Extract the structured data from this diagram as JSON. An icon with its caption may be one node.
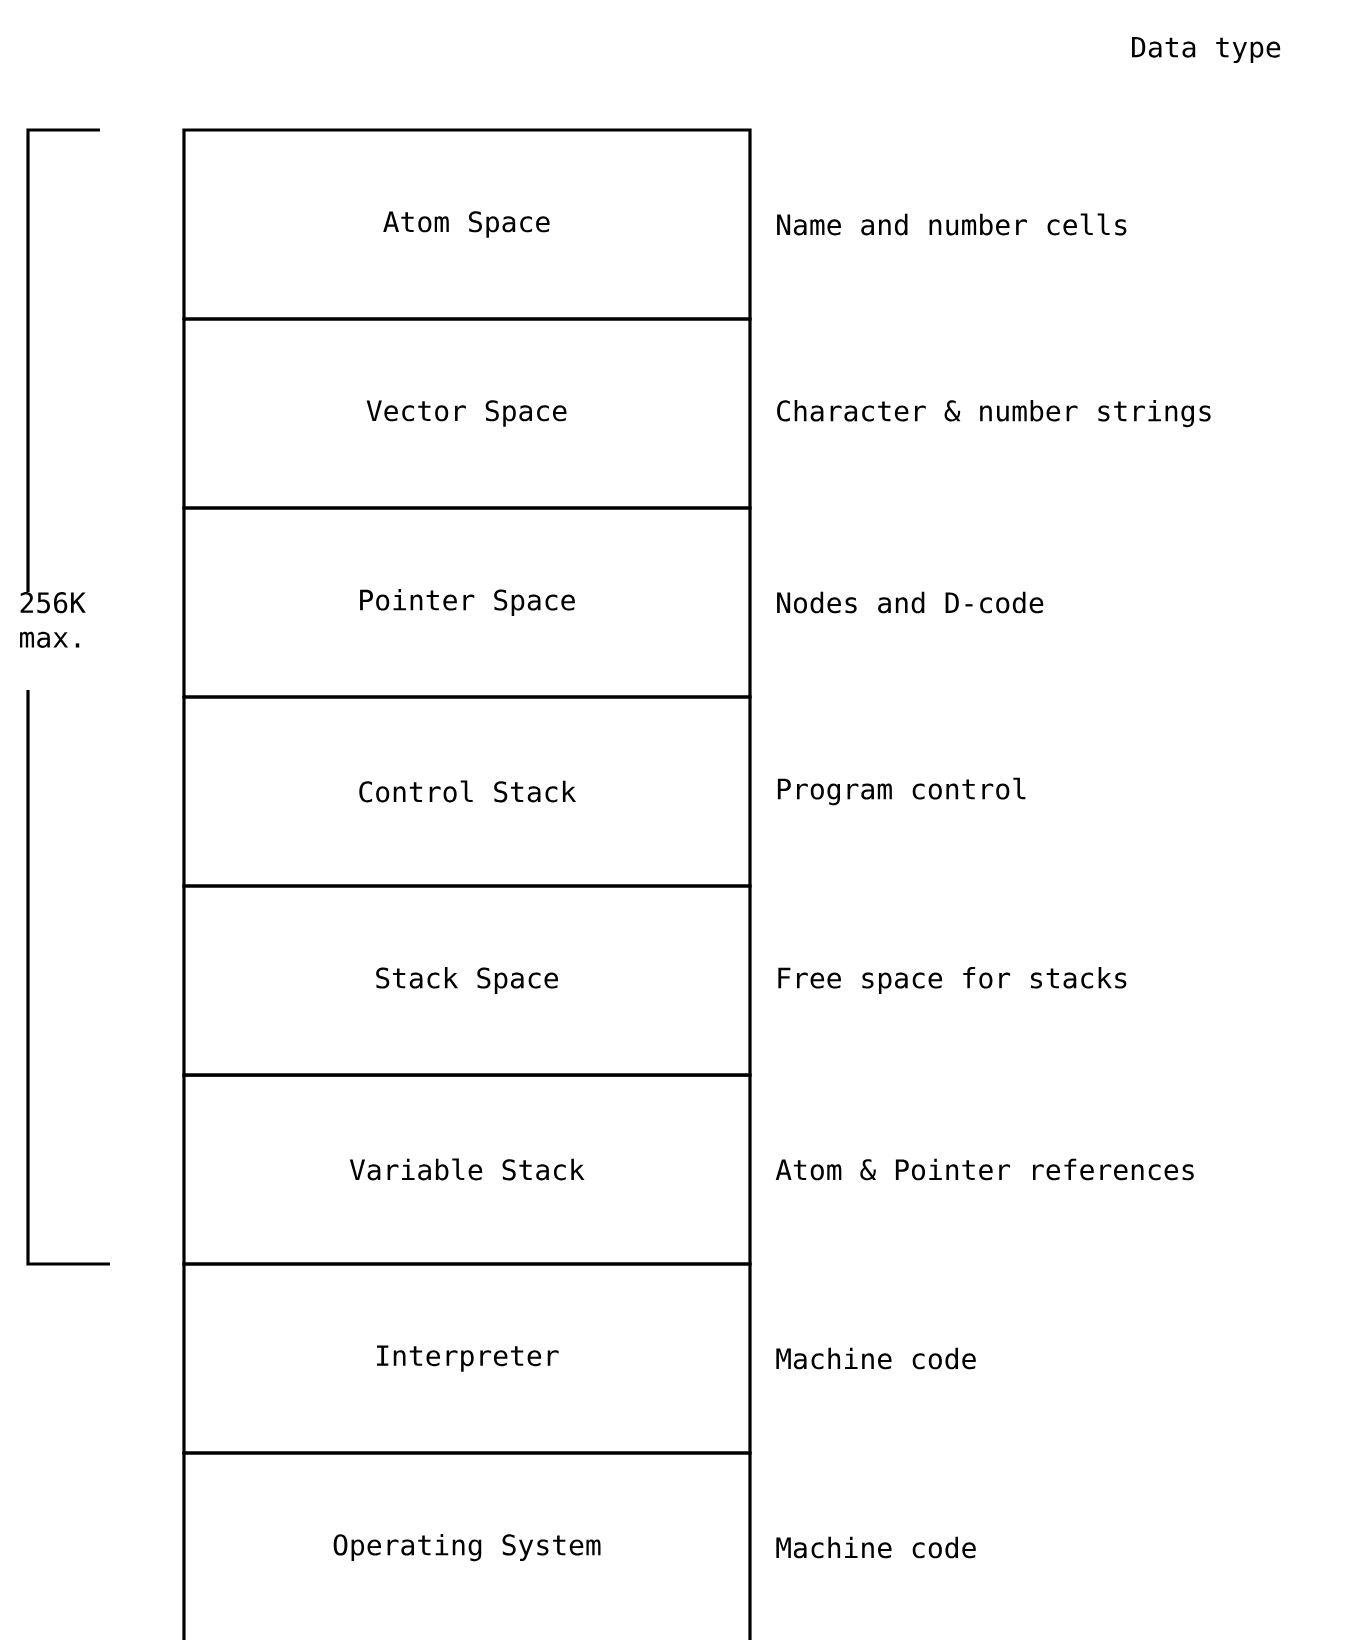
{
  "diagram": {
    "nodes": [
      {
        "text": [
          "Atom Space"
        ],
        "beside": [
          "Name and number cells"
        ]
      },
      {
        "text": [
          "Vector Space"
        ],
        "beside": [
          "Character & number strings"
        ]
      },
      {
        "text": [
          "Pointer Space"
        ],
        "beside": [
          "Nodes and D-code"
        ]
      },
      {
        "text": [
          "Control Stack"
        ],
        "beside": [
          "Program control"
        ]
      },
      {
        "text": [
          "Stack Space"
        ],
        "beside": [
          "Free space for stacks"
        ]
      },
      {
        "text": [
          "Variable Stack"
        ],
        "beside": [
          "Atom & Pointer references"
        ]
      },
      {
        "text": [
          "Interpreter"
        ],
        "beside": [
          "Machine code"
        ]
      },
      {
        "text": [
          "Operating System"
        ],
        "beside": [
          "Machine code"
        ]
      }
    ],
    "labels": [
      "Data type",
      "256K max."
    ]
  }
}
